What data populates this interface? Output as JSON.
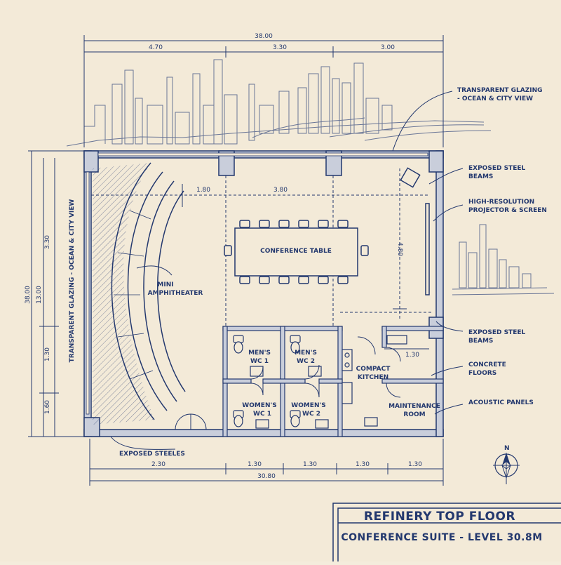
{
  "dimensions": {
    "top_total": "38.00",
    "top_segments": [
      "4.70",
      "3.30",
      "3.00"
    ],
    "left_total": "38.00",
    "left_segments": [
      "3.30",
      "13.00",
      "1.30",
      "1.60"
    ],
    "bottom_segments": [
      "2.30",
      "1.30",
      "1.30",
      "1.30",
      "1.30"
    ],
    "bottom_total": "30.80",
    "interior_180": "1.80",
    "interior_380": "3.80",
    "interior_480": "4.80",
    "interior_130": "1.30"
  },
  "rooms": {
    "conference_table": "CONFERENCE TABLE",
    "amphitheater_line1": "MINI",
    "amphitheater_line2": "AMPHITHEATER",
    "mens_wc1_line1": "MEN'S",
    "mens_wc1_line2": "WC 1",
    "mens_wc2_line1": "MEN'S",
    "mens_wc2_line2": "WC 2",
    "womens_wc1_line1": "WOMEN'S",
    "womens_wc1_line2": "WC 1",
    "womens_wc2_line1": "WOMEN'S",
    "womens_wc2_line2": "WC 2",
    "kitchen_line1": "COMPACT",
    "kitchen_line2": "KITCHEN",
    "maintenance_line1": "MAINTENANCE",
    "maintenance_line2": "ROOM"
  },
  "callouts": {
    "glazing_line1": "TRANSPARENT GLAZING",
    "glazing_line2": "- OCEAN & CITY VIEW",
    "beams_top_line1": "EXPOSED STEEL",
    "beams_top_line2": "BEAMS",
    "projector_line1": "HIGH-RESOLUTION",
    "projector_line2": "PROJECTOR & SCREEN",
    "beams_mid_line1": "EXPOSED STEEL",
    "beams_mid_line2": "BEAMS",
    "concrete_line1": "CONCRETE",
    "concrete_line2": "FLOORS",
    "acoustic": "ACOUSTIC PANELS",
    "steeles": "EXPOSED STEELES",
    "left_glazing": "TRANSPARENT GLAZING - OCEAN & CITY VIEW"
  },
  "compass": "N",
  "title_block": {
    "title": "REFINERY TOP FLOOR",
    "subtitle": "CONFERENCE SUITE - LEVEL 30.8M"
  },
  "colors": {
    "ink": "#23386e",
    "paper": "#f3ead8",
    "wall_fill": "#c9cedb"
  }
}
